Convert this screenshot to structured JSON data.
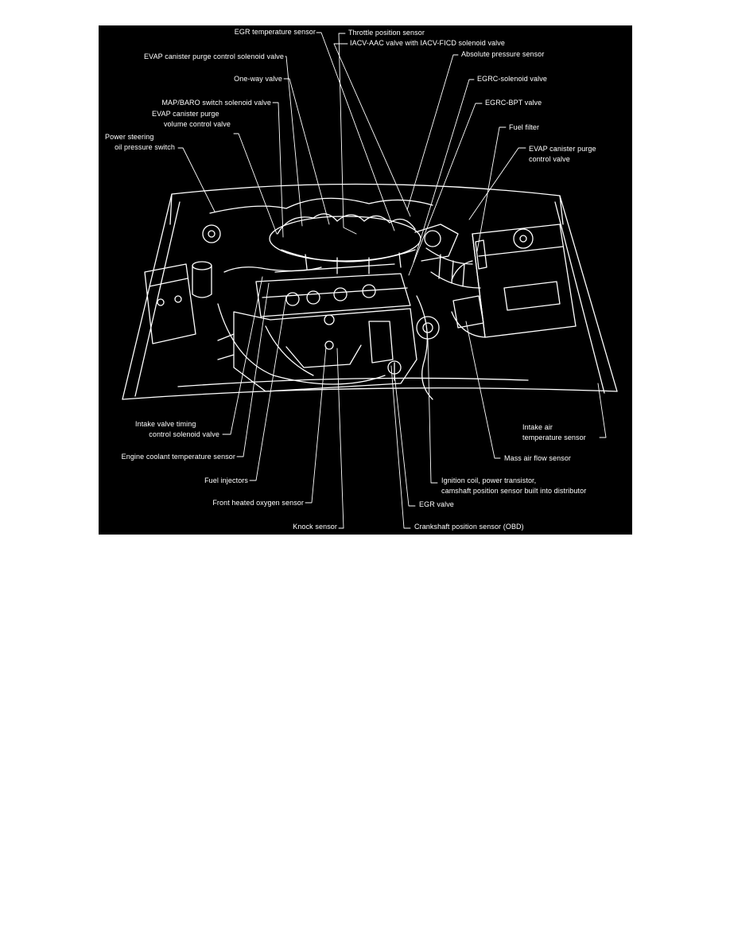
{
  "colors": {
    "page_background": "#ffffff",
    "diagram_background": "#000000",
    "line_art": "#ffffff"
  },
  "labels": {
    "egr_temperature_sensor": "EGR temperature sensor",
    "throttle_position_sensor": "Throttle position sensor",
    "evap_canister_purge_control_solenoid_valve": "EVAP canister purge control solenoid valve",
    "iacv_aac_valve": "IACV-AAC valve with IACV-FICD solenoid valve",
    "absolute_pressure_sensor": "Absolute pressure sensor",
    "one_way_valve": "One-way valve",
    "egrc_solenoid_valve": "EGRC-solenoid valve",
    "map_baro_switch_solenoid_valve": "MAP/BARO switch solenoid valve",
    "egrc_bpt_valve": "EGRC-BPT valve",
    "evap_canister_purge_volume_control_valve_line1": "EVAP canister purge",
    "evap_canister_purge_volume_control_valve_line2": "volume control valve",
    "fuel_filter": "Fuel filter",
    "power_steering_line1": "Power steering",
    "power_steering_line2": "oil pressure switch",
    "evap_canister_purge_control_valve_line1": "EVAP canister purge",
    "evap_canister_purge_control_valve_line2": "control valve",
    "intake_valve_timing_line1": "Intake valve timing",
    "intake_valve_timing_line2": "control solenoid valve",
    "intake_air_temperature_sensor_line1": "Intake air",
    "intake_air_temperature_sensor_line2": "temperature sensor",
    "engine_coolant_temperature_sensor": "Engine coolant temperature sensor",
    "mass_air_flow_sensor": "Mass air flow sensor",
    "fuel_injectors": "Fuel injectors",
    "ignition_coil_line1": "Ignition coil, power transistor,",
    "ignition_coil_line2": "camshaft position sensor built into distributor",
    "front_heated_oxygen_sensor": "Front heated oxygen sensor",
    "egr_valve": "EGR valve",
    "knock_sensor": "Knock sensor",
    "crankshaft_position_sensor": "Crankshaft position sensor (OBD)"
  }
}
